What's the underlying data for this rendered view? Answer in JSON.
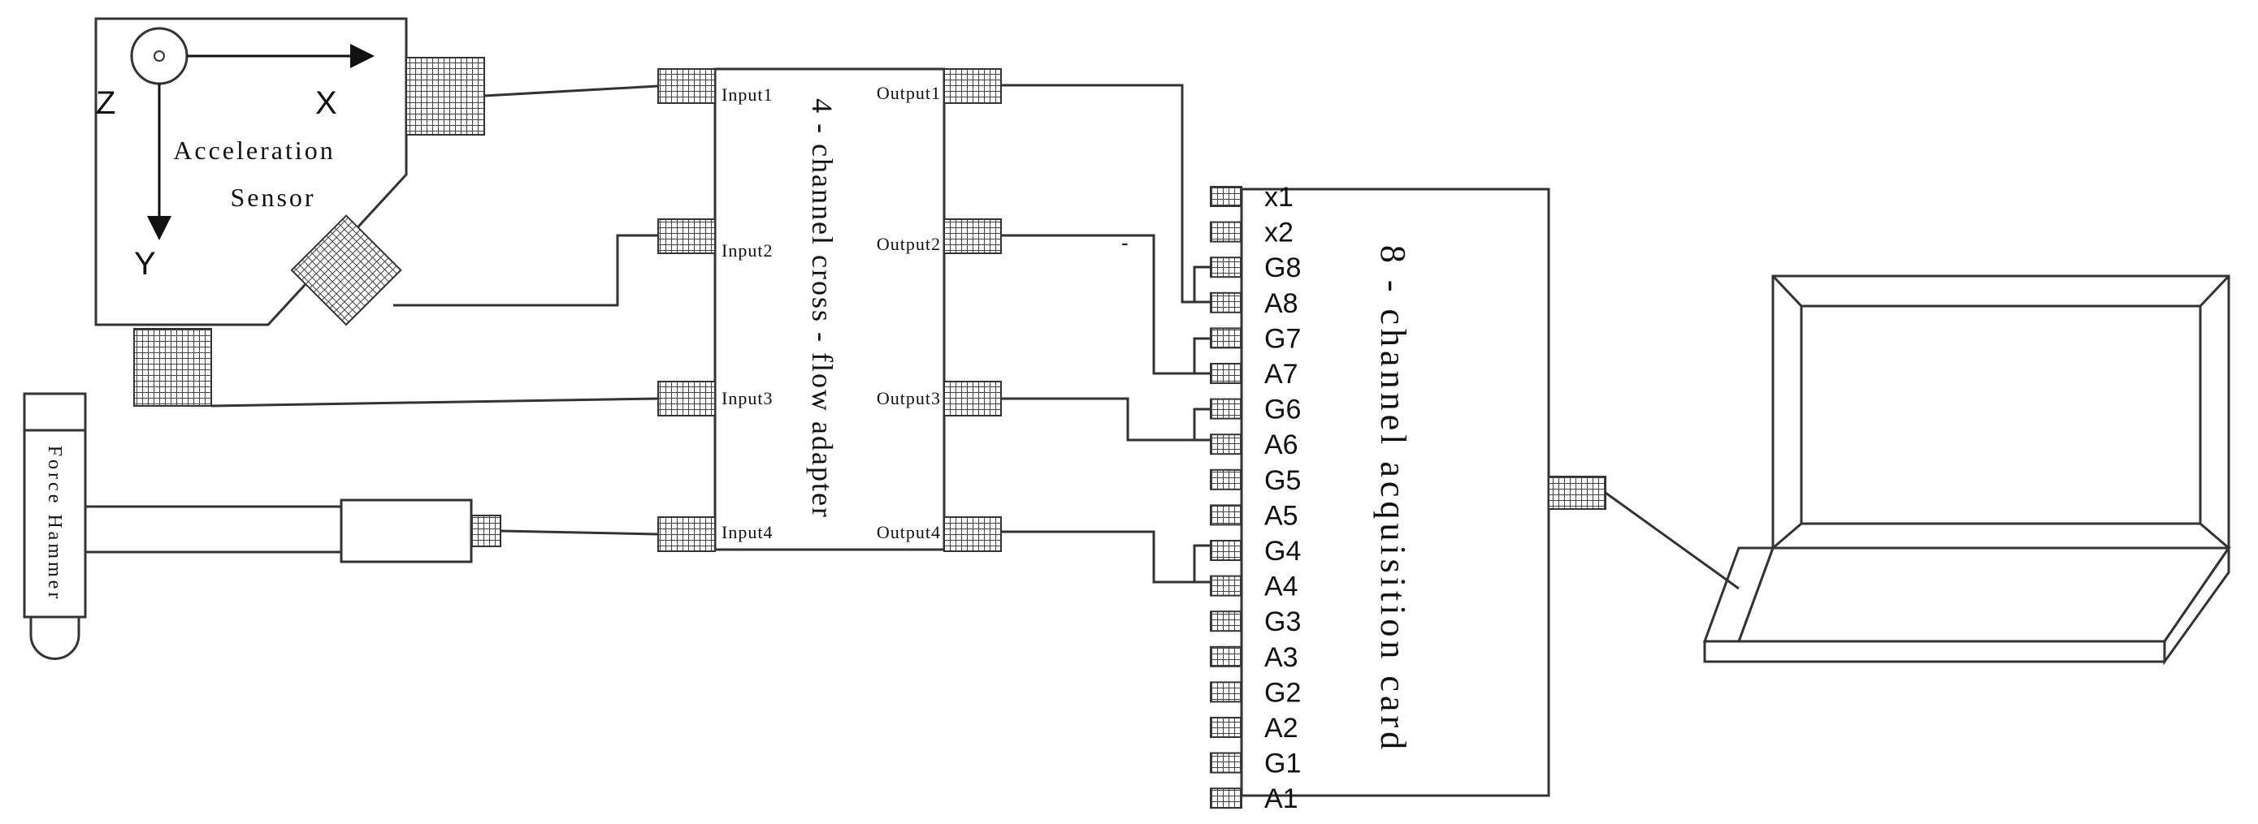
{
  "sensor": {
    "title_line1": "Acceleration",
    "title_line2": "Sensor",
    "axis_x": "X",
    "axis_y": "Y",
    "axis_z": "Z"
  },
  "hammer": {
    "label": "Force Hammer"
  },
  "adapter": {
    "title": "4 - channel cross - flow adapter",
    "inputs": [
      "Input1",
      "Input2",
      "Input3",
      "Input4"
    ],
    "outputs": [
      "Output1",
      "Output2",
      "Output3",
      "Output4"
    ]
  },
  "card": {
    "title": "8 - channel acquisition card",
    "pins": [
      "x1",
      "x2",
      "G8",
      "A8",
      "G7",
      "A7",
      "G6",
      "A6",
      "G5",
      "A5",
      "G4",
      "A4",
      "G3",
      "A3",
      "G2",
      "A2",
      "G1",
      "A1"
    ]
  },
  "stray_mark": "-"
}
